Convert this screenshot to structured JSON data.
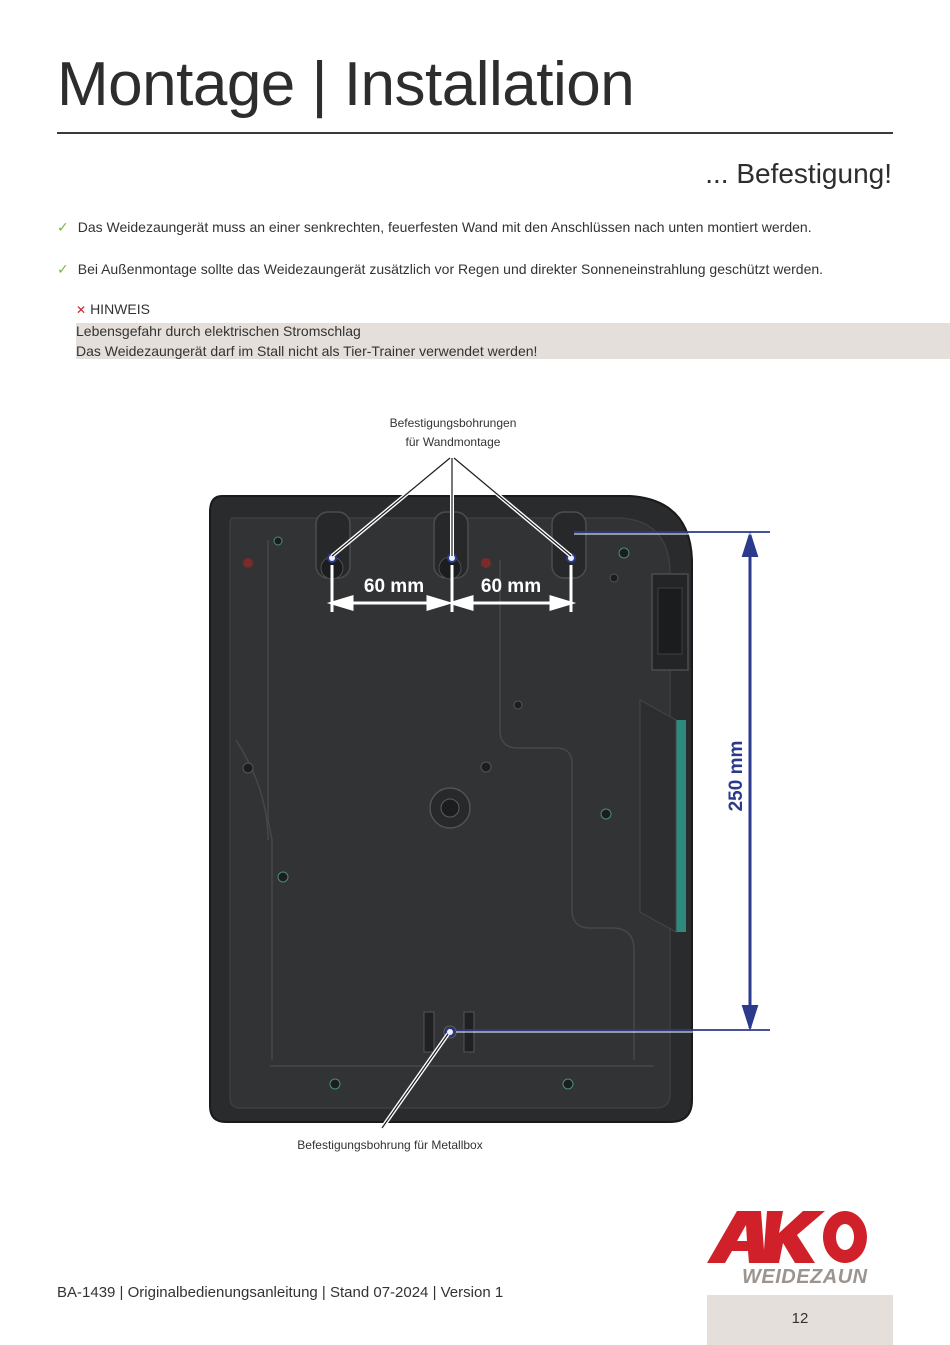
{
  "header": {
    "title": "Montage | Installation",
    "subtitle": "... Befestigung!"
  },
  "bullets": [
    {
      "icon": "check-icon",
      "text": "Das Weidezaungerät muss an einer senkrechten, feuerfesten Wand mit den Anschlüssen nach unten montiert werden."
    },
    {
      "icon": "check-icon",
      "text": "Bei Außenmontage sollte das Weidezaungerät zusätzlich vor Regen und direkter Sonneneinstrahlung geschützt werden."
    }
  ],
  "note": {
    "icon": "cross-icon",
    "heading": "HINWEIS",
    "line1": "Lebensgefahr durch elektrischen Stromschlag",
    "line2": "Das Weidezaungerät darf im Stall nicht als Tier-Trainer verwendet werden!"
  },
  "figure": {
    "label_top_line1": "Befestigungsbohrungen",
    "label_top_line2": "für Wandmontage",
    "dim_left": "60 mm",
    "dim_right": "60 mm",
    "dim_vertical": "250 mm",
    "label_bottom": "Befestigungsbohrung für Metallbox"
  },
  "footer": {
    "text": "BA-1439 | Originalbedienungsanleitung | Stand 07-2024 | Version 1",
    "page_number": "12"
  },
  "logo": {
    "mark": "AKO",
    "text": "WEIDEZAUN",
    "colors": {
      "red": "#d0202a",
      "grey": "#9c948f"
    }
  },
  "colors": {
    "accent_check": "#7ab648",
    "accent_cross": "#d0202a",
    "note_background": "#e4dfdb",
    "dimension_lines": "#2b3a8c"
  }
}
